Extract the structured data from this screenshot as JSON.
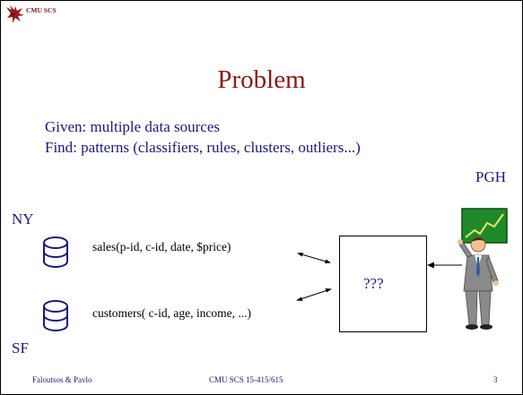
{
  "header": {
    "label": "CMU SCS",
    "logo_icon": "griffin-logo-icon"
  },
  "title": "Problem",
  "body": {
    "given": "Given: multiple data sources",
    "find": "Find: patterns (classifiers, rules, clusters, outliers...)"
  },
  "places": {
    "pgh": "PGH",
    "ny": "NY",
    "sf": "SF"
  },
  "sources": [
    {
      "label": "sales(p-id, c-id, date, $price)",
      "icon": "database-icon"
    },
    {
      "label": "customers( c-id, age, income, ...)",
      "icon": "database-icon"
    }
  ],
  "central_box": {
    "label": "???"
  },
  "analyst": {
    "icon": "presenter-with-chart-icon"
  },
  "footer": {
    "left": "Faloutsos & Pavlo",
    "center": "CMU SCS 15-415/615",
    "page": "3"
  },
  "colors": {
    "title": "#8b1a1a",
    "text": "#1a1a7a",
    "board": "#1f8a2a",
    "suit": "#8a8a8a"
  }
}
